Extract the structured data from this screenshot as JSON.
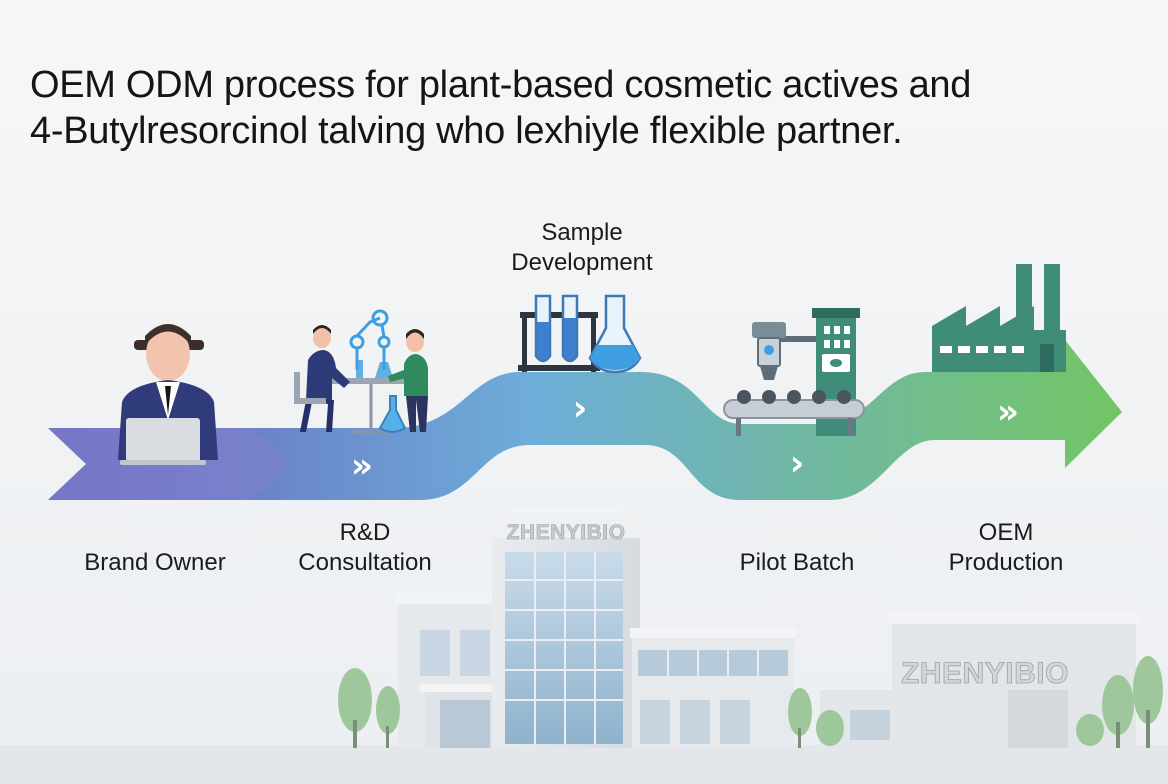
{
  "title": {
    "line1": "OEM ODM process for plant-based cosmetic actives and",
    "line2": "4-Butylresorcinol talving who lexhiyle flexible partner."
  },
  "steps": [
    {
      "id": "brand-owner",
      "lines": [
        "Brand Owner"
      ],
      "icon": "person-laptop-icon"
    },
    {
      "id": "rd-consultation",
      "lines": [
        "R&D",
        "Consultation"
      ],
      "icon": "consultation-icon"
    },
    {
      "id": "sample-development",
      "lines": [
        "Sample",
        "Development"
      ],
      "icon": "lab-glassware-icon"
    },
    {
      "id": "pilot-batch",
      "lines": [
        "Pilot Batch"
      ],
      "icon": "pilot-machine-icon"
    },
    {
      "id": "oem-production",
      "lines": [
        "OEM",
        "Production"
      ],
      "icon": "factory-icon"
    }
  ],
  "arrow_glyphs": {
    "double": "»",
    "single": "›"
  },
  "buildings": {
    "main_sign": "ZHENYIBIO",
    "side_sign": "ZHENYIBIO"
  },
  "colors": {
    "flow_start": "#5f5db8",
    "flow_mid": "#67a9d8",
    "flow_end": "#6cc35d",
    "factory": "#3f8c78",
    "glass_liquid": "#3f9ee0"
  }
}
